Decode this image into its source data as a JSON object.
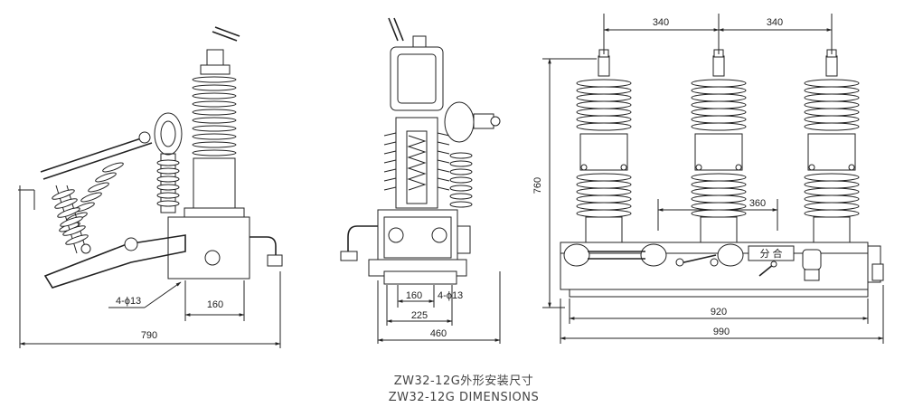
{
  "dims": {
    "left_790": "790",
    "left_160": "160",
    "left_holes": "4-ϕ13",
    "mid_160": "160",
    "mid_holes": "4-ϕ13",
    "mid_225": "225",
    "mid_460": "460",
    "right_340a": "340",
    "right_340b": "340",
    "right_360": "360",
    "right_760": "760",
    "right_920": "920",
    "right_990": "990",
    "panel_label": "分 合"
  },
  "caption": {
    "line1": "ZW32-12G外形安装尺寸",
    "line2": "ZW32-12G DIMENSIONS"
  }
}
